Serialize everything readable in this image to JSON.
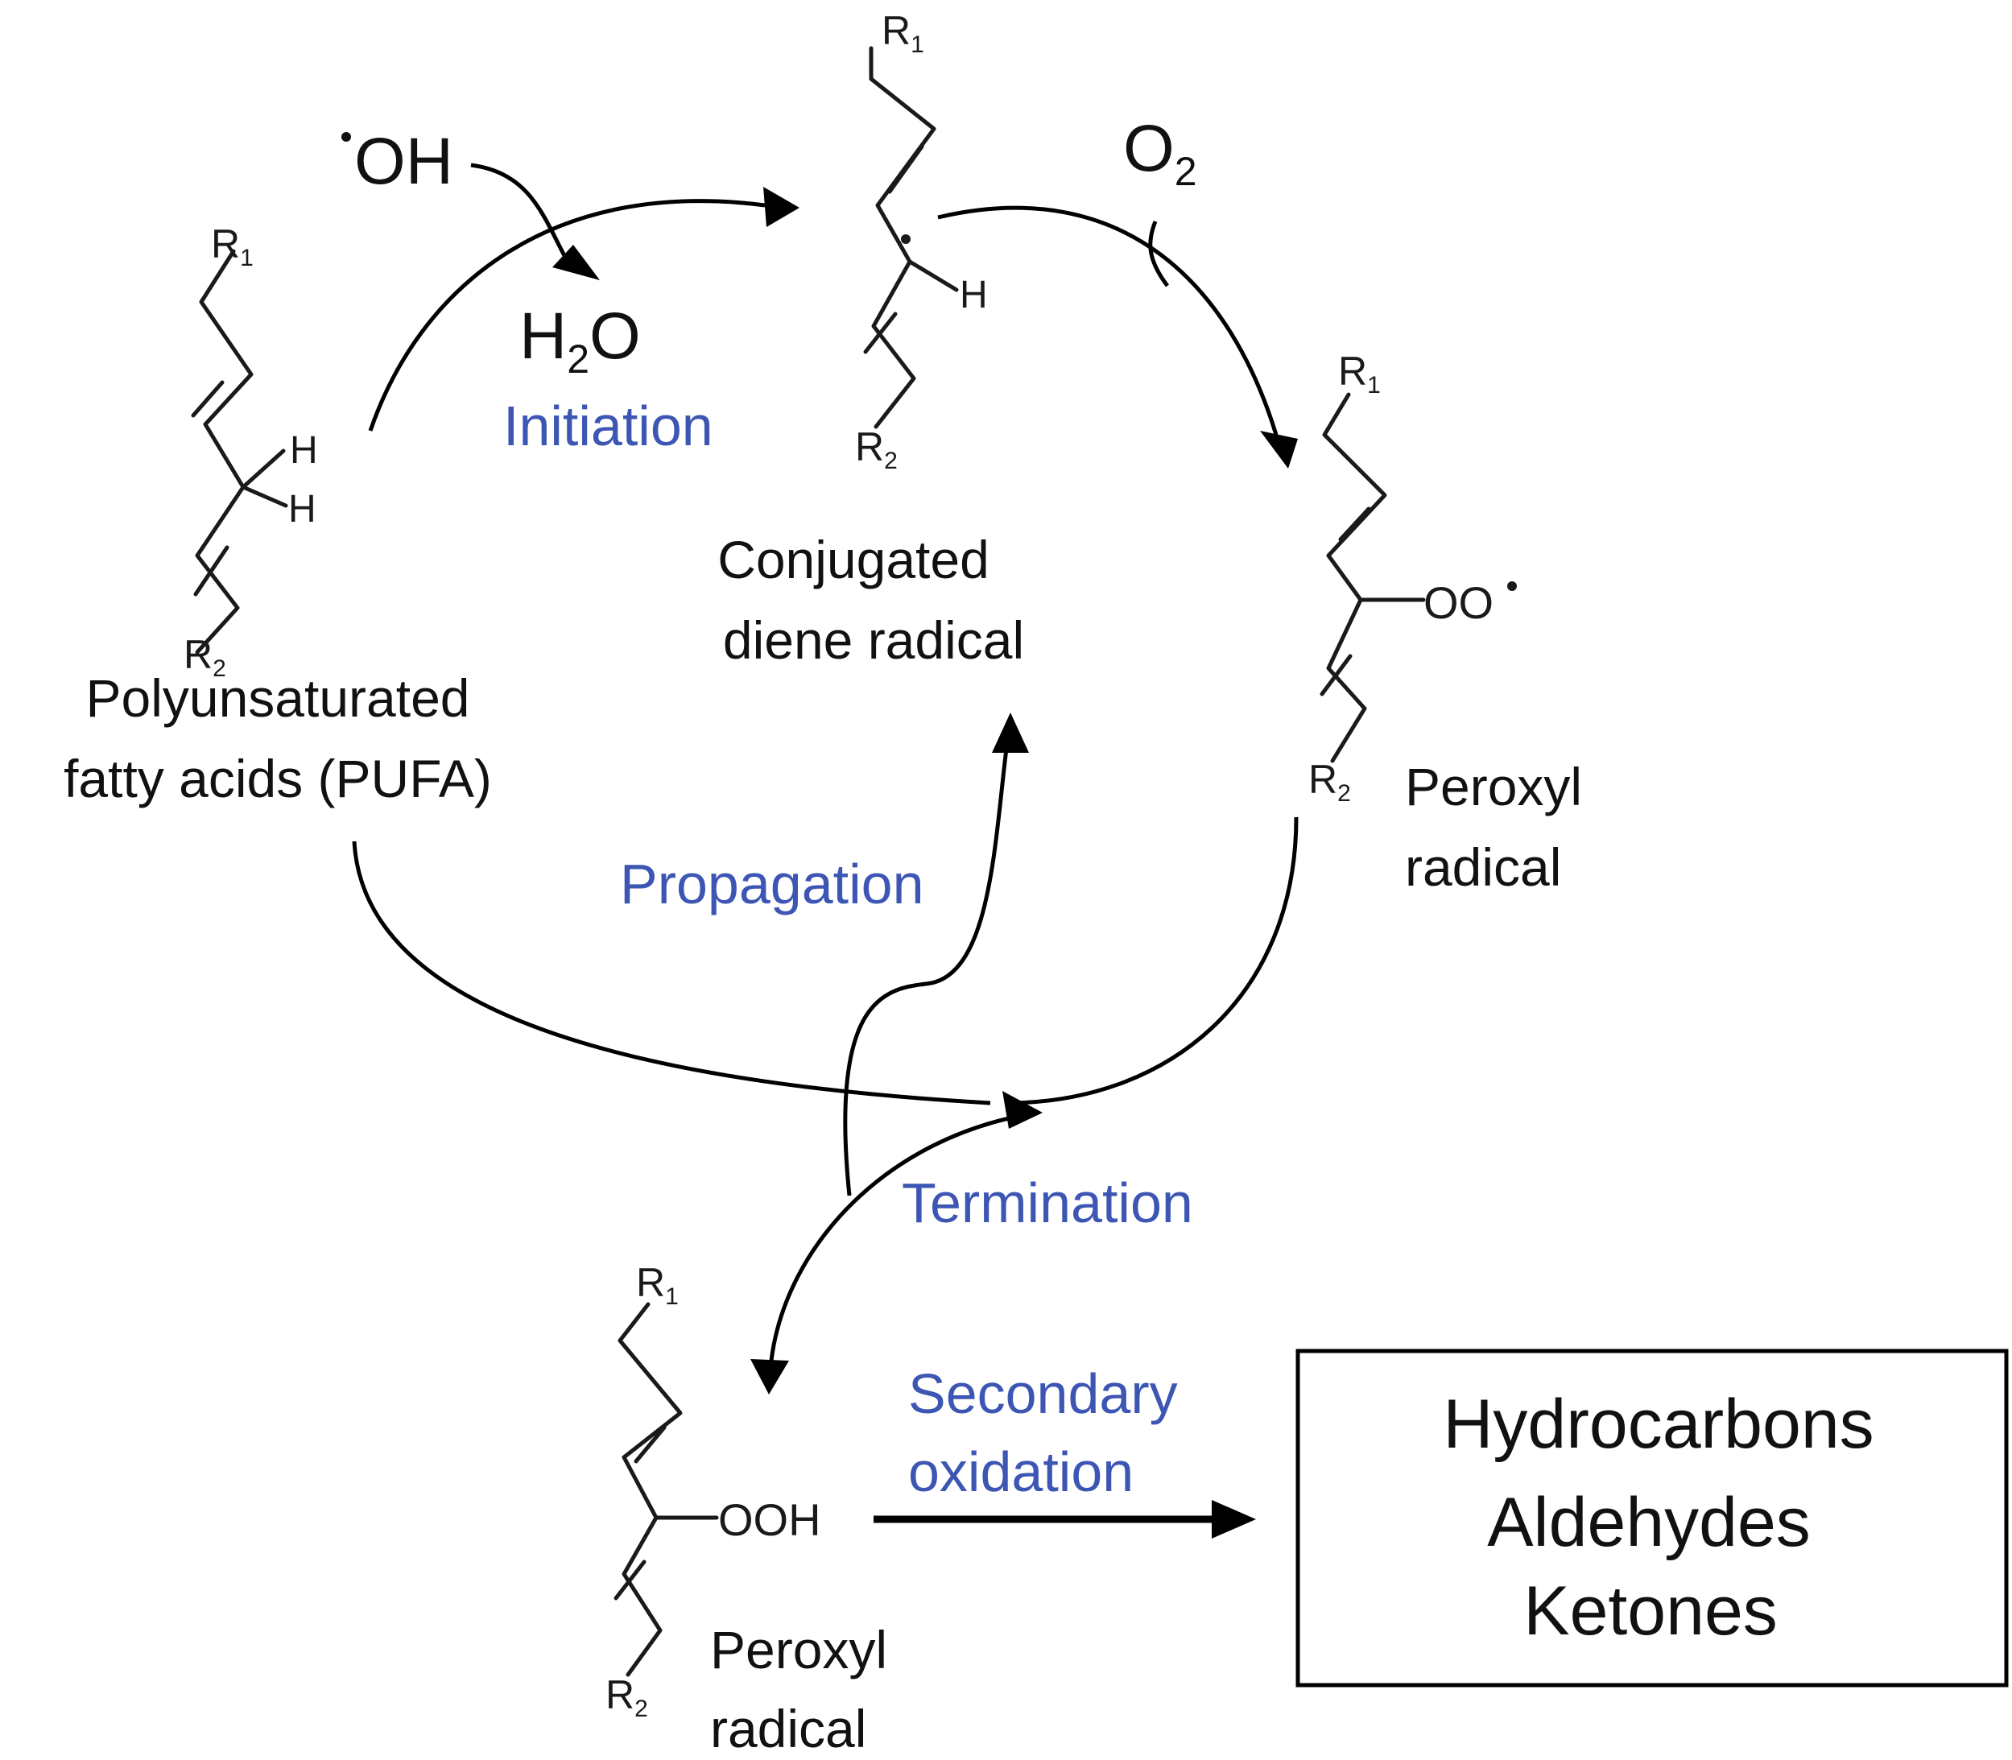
{
  "colors": {
    "stage": "#3d56b4",
    "text": "#111111",
    "line": "#000000"
  },
  "molecules": {
    "pufa": {
      "name_line1": "Polyunsaturated",
      "name_line2": "fatty acids (PUFA)",
      "r1": "R",
      "r1_sub": "1",
      "r2": "R",
      "r2_sub": "2",
      "h1": "H",
      "h2": "H"
    },
    "diene": {
      "name_line1": "Conjugated",
      "name_line2": "diene radical",
      "r1": "R",
      "r1_sub": "1",
      "r2": "R",
      "r2_sub": "2",
      "h": "H"
    },
    "peroxyl_top": {
      "name_line1": "Peroxyl",
      "name_line2": "radical",
      "r1": "R",
      "r1_sub": "1",
      "r2": "R",
      "r2_sub": "2",
      "group": "OO"
    },
    "peroxyl_bottom": {
      "name_line1": "Peroxyl",
      "name_line2": "radical",
      "r1": "R",
      "r1_sub": "1",
      "r2": "R",
      "r2_sub": "2",
      "group": "OOH"
    }
  },
  "reagents": {
    "oh": "OH",
    "h2o_h": "H",
    "h2o_sub": "2",
    "h2o_o": "O",
    "o2": "O",
    "o2_sub": "2"
  },
  "stages": {
    "initiation": "Initiation",
    "propagation": "Propagation",
    "termination": "Termination",
    "secondary_line1": "Secondary",
    "secondary_line2": "oxidation"
  },
  "products": {
    "line1": "Hydrocarbons",
    "line2": "Aldehydes",
    "line3": "Ketones"
  }
}
